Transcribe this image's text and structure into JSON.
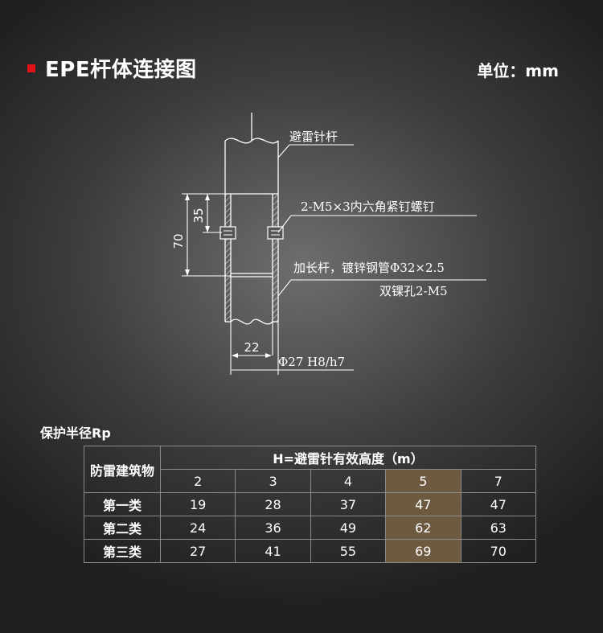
{
  "header": {
    "title": "EPE杆体连接图",
    "unit": "单位：mm"
  },
  "diagram": {
    "labels": {
      "rod": "避雷针杆",
      "screw": "2-M5×3内六角紧钉螺钉",
      "extension": "加长杆，镀锌钢管Φ32×2.5",
      "holes": "双锞孔2-M5",
      "fit": "Φ27 H8/h7"
    },
    "dims": {
      "d70": "70",
      "d35": "35",
      "d22": "22"
    }
  },
  "table": {
    "caption": "保护半径Rp",
    "row_header": "防雷建筑物",
    "col_header": "H=避雷针有效高度（m）",
    "heights": [
      "2",
      "3",
      "4",
      "5",
      "7"
    ],
    "highlight_index": 3,
    "rows": [
      {
        "label": "第一类",
        "values": [
          "19",
          "28",
          "37",
          "47",
          "47"
        ]
      },
      {
        "label": "第二类",
        "values": [
          "24",
          "36",
          "49",
          "62",
          "63"
        ]
      },
      {
        "label": "第三类",
        "values": [
          "27",
          "41",
          "55",
          "69",
          "70"
        ]
      }
    ],
    "highlight_color": "#6e5a40"
  }
}
